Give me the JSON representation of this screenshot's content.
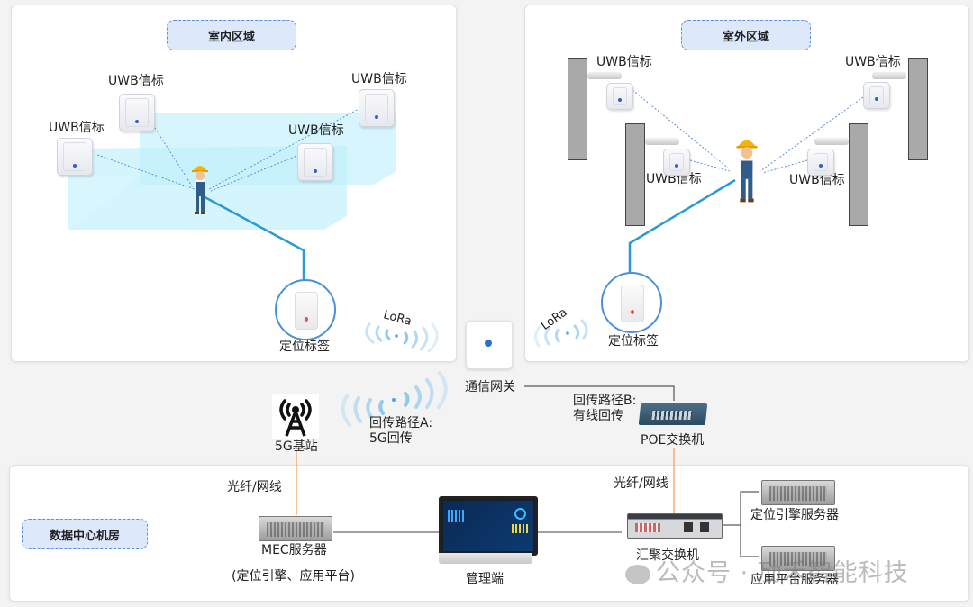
{
  "zones": {
    "indoor": {
      "title": "室内区域"
    },
    "outdoor": {
      "title": "室外区域"
    },
    "datacenter": {
      "title": "数据中心机房"
    }
  },
  "indoor": {
    "beacons": [
      {
        "label": "UWB信标"
      },
      {
        "label": "UWB信标"
      },
      {
        "label": "UWB信标"
      },
      {
        "label": "UWB信标"
      }
    ],
    "tag": {
      "label": "定位标签"
    },
    "wireless": {
      "label": "LoRa"
    }
  },
  "outdoor": {
    "beacons": [
      {
        "label": "UWB信标"
      },
      {
        "label": "UWB信标"
      },
      {
        "label": "UWB信标"
      },
      {
        "label": "UWB信标"
      }
    ],
    "tag": {
      "label": "定位标签"
    },
    "wireless": {
      "label": "LoRa"
    }
  },
  "gateway": {
    "label": "通信网关"
  },
  "backhaul": {
    "path_a": {
      "line1": "回传路径A:",
      "line2": "5G回传"
    },
    "path_b": {
      "line1": "回传路径B:",
      "line2": "有线回传"
    }
  },
  "base_station": {
    "label": "5G基站"
  },
  "poe_switch": {
    "label": "POE交换机"
  },
  "datacenter": {
    "fiber_left": "光纤/网线",
    "fiber_right": "光纤/网线",
    "mec_server": {
      "label": "MEC服务器",
      "sublabel": "(定位引擎、应用平台)"
    },
    "management": {
      "label": "管理端"
    },
    "agg_switch": {
      "label": "汇聚交换机"
    },
    "positioning_server": {
      "label": "定位引擎服务器"
    },
    "app_server": {
      "label": "应用平台服务器"
    }
  },
  "watermark": {
    "text": "公众号 · 劢禾智能科技"
  },
  "colors": {
    "zone_fill": "#dde9fb",
    "zone_border": "#5b8fd6",
    "link_blue": "#2a9ad6",
    "fiber_orange": "#f0a060",
    "room_cyan": "#c9f1fb"
  }
}
